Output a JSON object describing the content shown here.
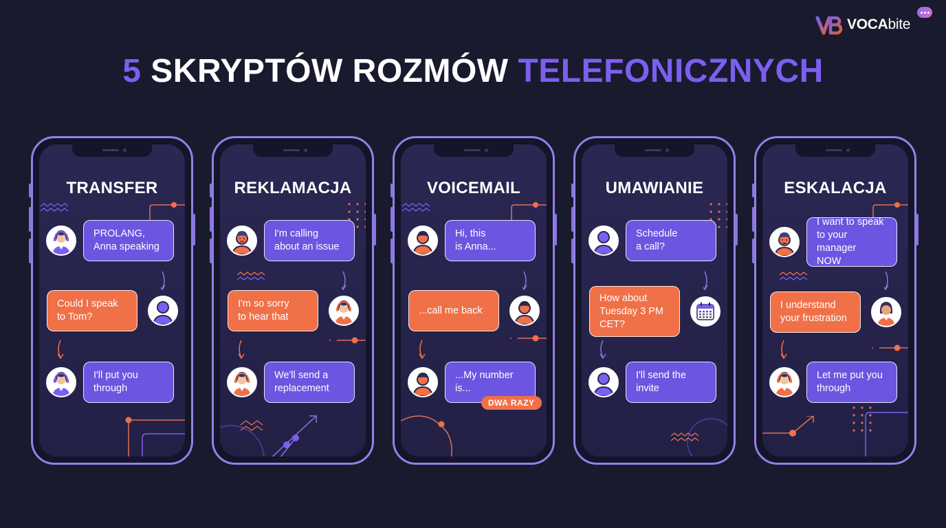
{
  "brand": {
    "logo_mark": "VB",
    "name_bold": "VOCA",
    "name_thin": "bite",
    "chat_icon": "chat-bubble-dots-icon"
  },
  "header": {
    "title_number": "5",
    "title_main": "SKRYPTÓW ROZMÓW",
    "title_accent": "TELEFONICZNYCH"
  },
  "colors": {
    "background": "#1a1a2e",
    "accent_purple": "#7b5ff0",
    "bubble_purple": "#6c55e0",
    "bubble_orange": "#f07048",
    "phone_frame": "#9580e8"
  },
  "phones": [
    {
      "title": "TRANSFER",
      "messages": [
        {
          "text": "PROLANG, Anna speaking",
          "lines": [
            "PROLANG,",
            "Anna speaking"
          ],
          "color": "purple",
          "avatar": "agent-headset-icon"
        },
        {
          "text": "Could I speak to Tom?",
          "lines": [
            "Could I speak",
            "to Tom?"
          ],
          "color": "orange",
          "avatar": "user-icon"
        },
        {
          "text": "I'll put you through",
          "lines": [
            "I'll put you",
            "through"
          ],
          "color": "purple",
          "avatar": "agent-headset-icon"
        }
      ]
    },
    {
      "title": "REKLAMACJA",
      "messages": [
        {
          "text": "I'm calling about an issue",
          "lines": [
            "I'm calling",
            "about an issue"
          ],
          "color": "purple",
          "avatar": "sad-customer-icon"
        },
        {
          "text": "I'm so sorry to hear that",
          "lines": [
            "I'm so sorry",
            "to hear that"
          ],
          "color": "orange",
          "avatar": "agent-headset-icon"
        },
        {
          "text": "We'll send a replacement",
          "lines": [
            "We'll send a",
            "replacement"
          ],
          "color": "purple",
          "avatar": "agent-headset-icon"
        }
      ]
    },
    {
      "title": "VOICEMAIL",
      "messages": [
        {
          "text": "Hi, this is Anna...",
          "lines": [
            "Hi, this",
            "is Anna..."
          ],
          "color": "purple",
          "avatar": "user-icon"
        },
        {
          "text": "...call me back",
          "lines": [
            "...call me back"
          ],
          "color": "orange",
          "avatar": "user-icon"
        },
        {
          "text": "...My number is...",
          "lines": [
            "...My number",
            "is..."
          ],
          "color": "purple",
          "avatar": "user-icon"
        }
      ],
      "badge": "DWA RAZY"
    },
    {
      "title": "UMAWIANIE",
      "messages": [
        {
          "text": "Schedule a call?",
          "lines": [
            "Schedule",
            "a call?"
          ],
          "color": "purple",
          "avatar": "user-icon"
        },
        {
          "text": "How about Tuesday 3 PM CET?",
          "lines": [
            "How about",
            "Tuesday 3 PM",
            "CET?"
          ],
          "color": "orange",
          "avatar": "calendar-icon"
        },
        {
          "text": "I'll send the invite",
          "lines": [
            "I'll send the",
            "invite"
          ],
          "color": "purple",
          "avatar": "user-icon"
        }
      ]
    },
    {
      "title": "ESKALACJA",
      "messages": [
        {
          "text": "I want to speak to your manager NOW",
          "lines": [
            "I want to speak",
            "to your manager",
            "NOW"
          ],
          "color": "purple",
          "avatar": "angry-customer-icon"
        },
        {
          "text": "I understand your frustration",
          "lines": [
            "I understand",
            "your frustration"
          ],
          "color": "orange",
          "avatar": "agent-icon"
        },
        {
          "text": "Let me put you through",
          "lines": [
            "Let me put you",
            "through"
          ],
          "color": "purple",
          "avatar": "agent-headset-icon"
        }
      ]
    }
  ]
}
